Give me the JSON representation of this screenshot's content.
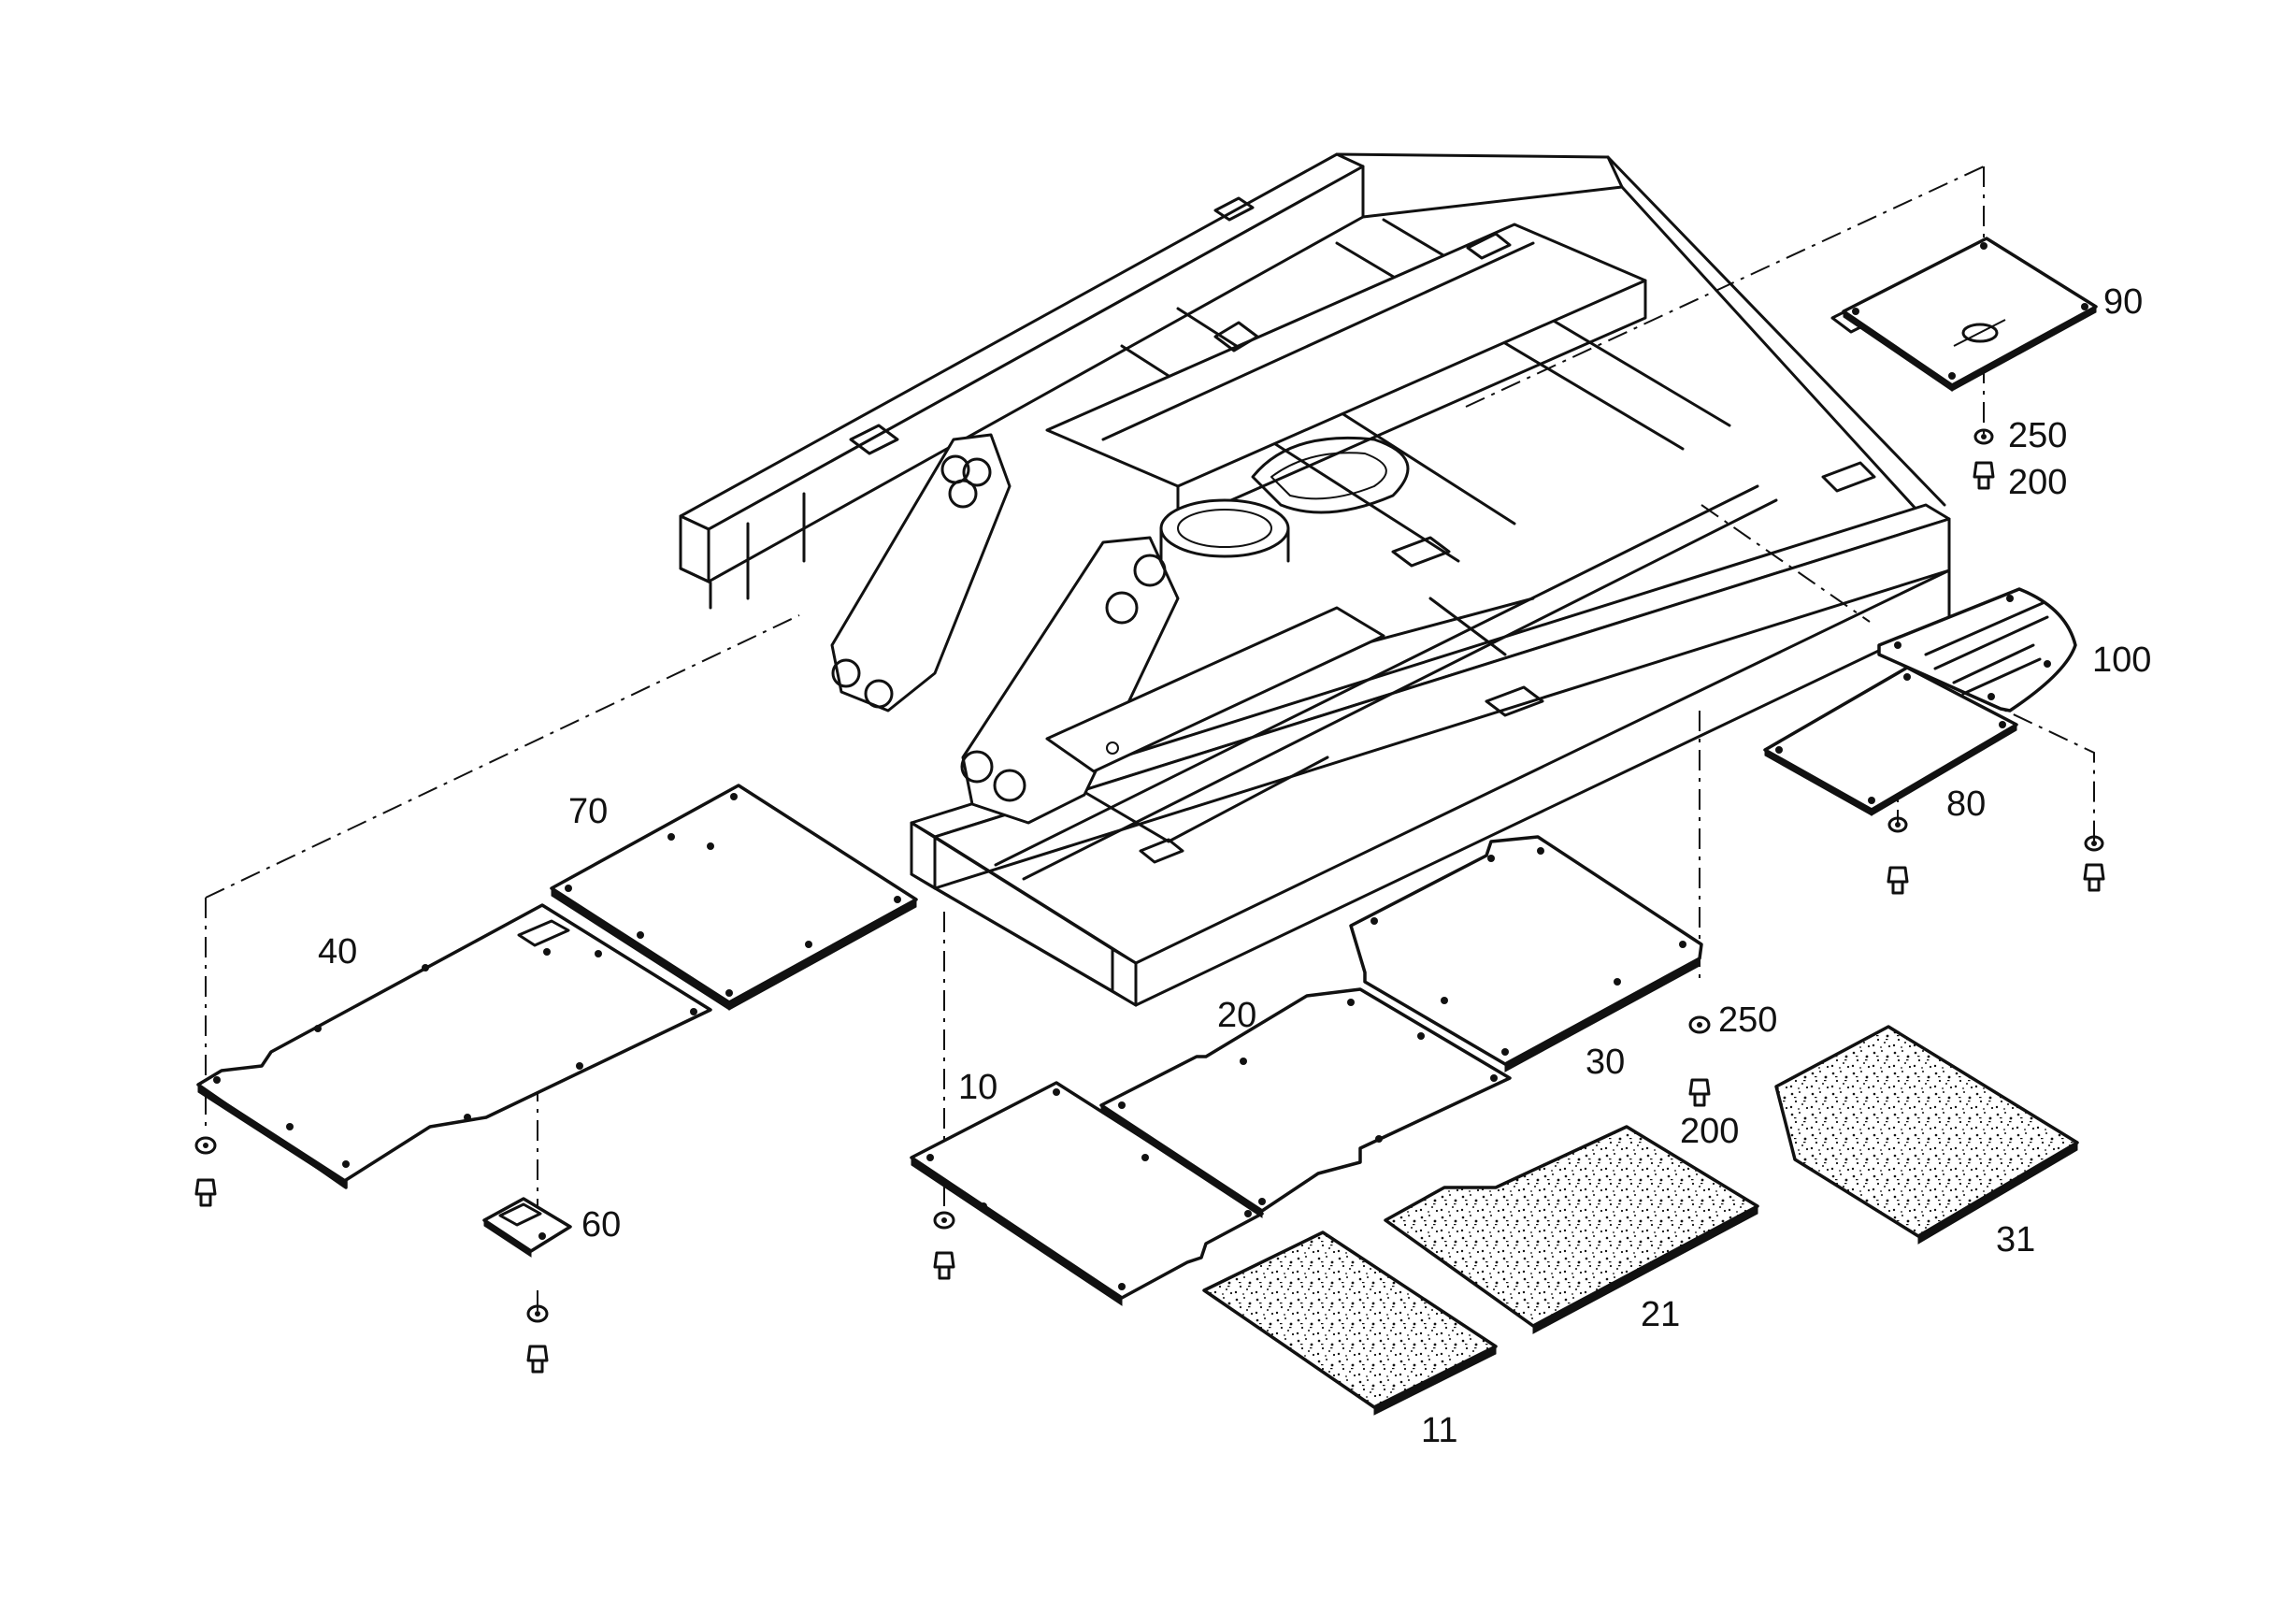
{
  "callouts": {
    "c10": "10",
    "c11": "11",
    "c20": "20",
    "c21": "21",
    "c30": "30",
    "c31": "31",
    "c40": "40",
    "c60": "60",
    "c70": "70",
    "c80": "80",
    "c90": "90",
    "c100": "100",
    "c200a": "200",
    "c200b": "200",
    "c250a": "250",
    "c250b": "250"
  },
  "colors": {
    "ink": "#111111",
    "paper": "#ffffff"
  }
}
